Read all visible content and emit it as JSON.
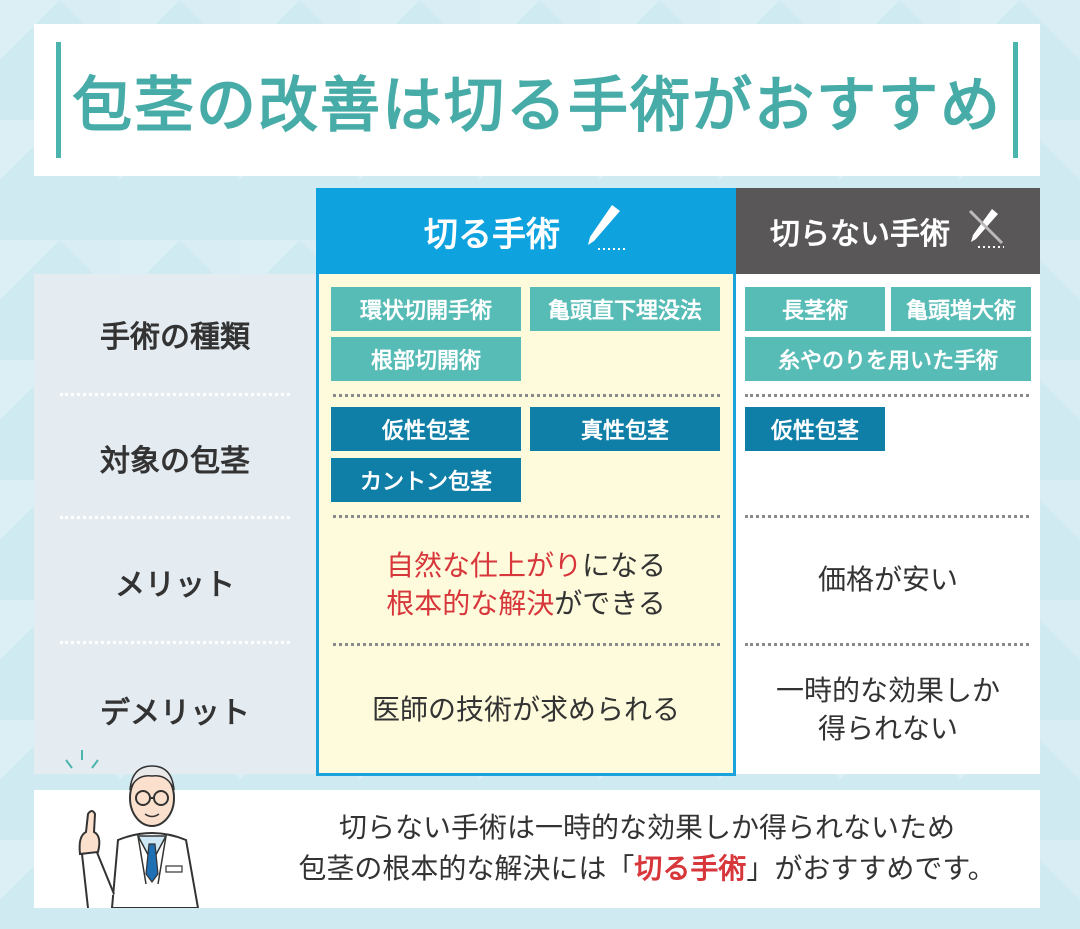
{
  "title": "包茎の改善は切る手術がおすすめ",
  "columns": {
    "kiru": {
      "label": "切る手術",
      "icon": "scalpel-icon"
    },
    "kiranai": {
      "label": "切らない手術",
      "icon": "crossed-scalpel-icon"
    }
  },
  "rows": {
    "type": "手術の種類",
    "target": "対象の包茎",
    "merit": "メリット",
    "demerit": "デメリット"
  },
  "kiru": {
    "types": [
      "環状切開手術",
      "亀頭直下埋没法",
      "根部切開術"
    ],
    "targets": [
      "仮性包茎",
      "真性包茎",
      "カントン包茎"
    ],
    "merit_line1_red": "自然な仕上がり",
    "merit_line1_rest": "になる",
    "merit_line2_red": "根本的な解決",
    "merit_line2_rest": "ができる",
    "demerit": "医師の技術が求められる"
  },
  "kiranai": {
    "types": [
      "長茎術",
      "亀頭増大術",
      "糸やのりを用いた手術"
    ],
    "targets": [
      "仮性包茎"
    ],
    "merit": "価格が安い",
    "demerit_line1": "一時的な効果しか",
    "demerit_line2": "得られない"
  },
  "bottom": {
    "line1": "切らない手術は一時的な効果しか得られないため",
    "line2_pre": "包茎の根本的な解決には「",
    "line2_red": "切る手術",
    "line2_post": "」がおすすめです。"
  },
  "colors": {
    "title": "#47aca7",
    "kiru_head": "#0ea3df",
    "kiranai_head": "#595757",
    "tag_teal": "#58bcb6",
    "tag_blue": "#0f7fa7",
    "accent_red": "#d7363b"
  }
}
